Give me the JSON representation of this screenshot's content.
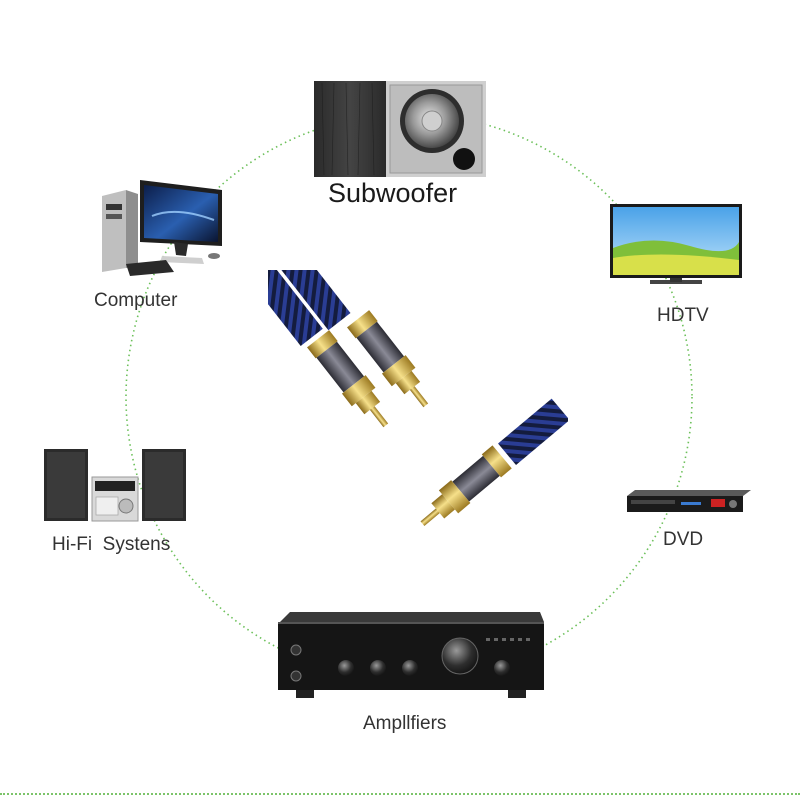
{
  "devices": {
    "subwoofer": {
      "label": "Subwoofer",
      "icon": "subwoofer-icon"
    },
    "computer": {
      "label": "Computer",
      "icon": "desktop-computer-icon"
    },
    "hdtv": {
      "label": "HDTV",
      "icon": "tv-icon"
    },
    "hifi": {
      "label": "Hi-Fi  Systens",
      "icon": "hifi-system-icon"
    },
    "dvd": {
      "label": "DVD",
      "icon": "dvd-player-icon"
    },
    "amplifier": {
      "label": "Ampllfiers",
      "icon": "amplifier-icon"
    }
  },
  "center": {
    "icon": "rca-cable-icon"
  },
  "colors": {
    "ring": "#6cc05a",
    "cable_blue": "#1c2a6e",
    "gold": "#d4a83a",
    "label_text": "#333333"
  }
}
